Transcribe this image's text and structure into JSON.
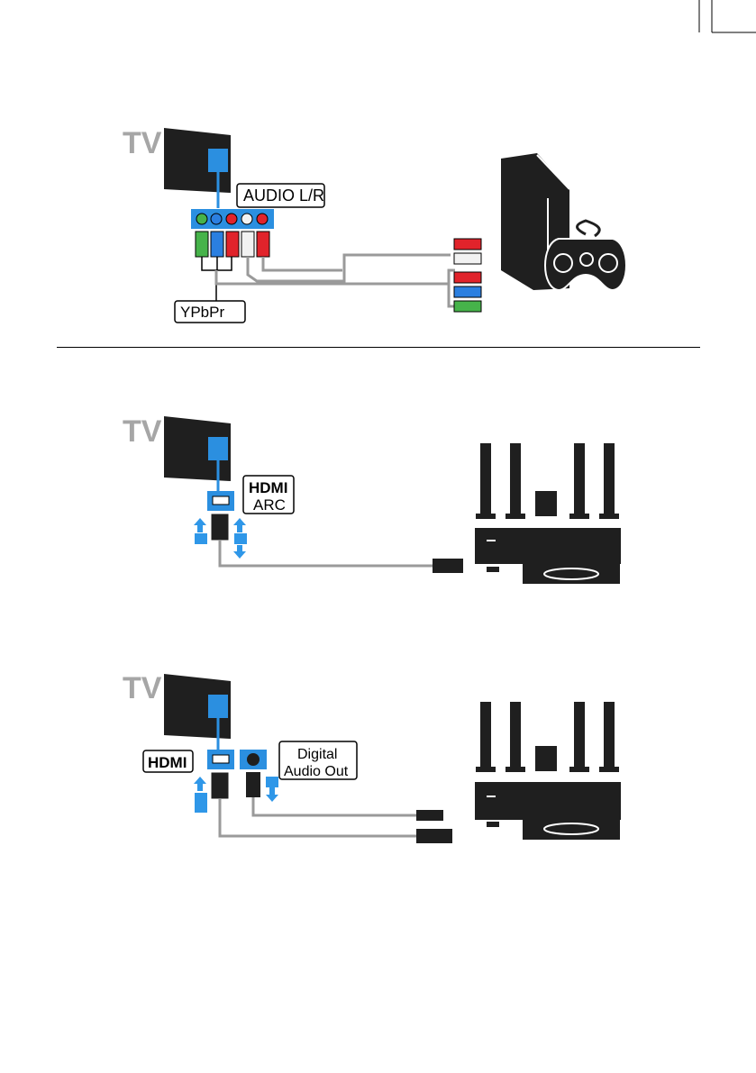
{
  "colors": {
    "tv_label_gray": "#a6a6a6",
    "device_black": "#1f1f1f",
    "port_blue": "#2b8fe0",
    "arrow_blue": "#2f97e8",
    "cable_gray": "#9a9a9a",
    "rca_green": "#46b34a",
    "rca_blue": "#2b7fe0",
    "rca_red": "#e1232b",
    "rca_white": "#f2f2f2"
  },
  "diagrams": [
    {
      "tv_label": "TV",
      "labels": [
        "AUDIO L/R",
        "YPbPr"
      ],
      "device": "game-console-icon"
    },
    {
      "tv_label": "TV",
      "labels": [
        "HDMI",
        "ARC"
      ],
      "device": "home-theater-icon"
    },
    {
      "tv_label": "TV",
      "labels": [
        "HDMI",
        "Digital",
        "Audio Out"
      ],
      "device": "home-theater-icon"
    }
  ]
}
